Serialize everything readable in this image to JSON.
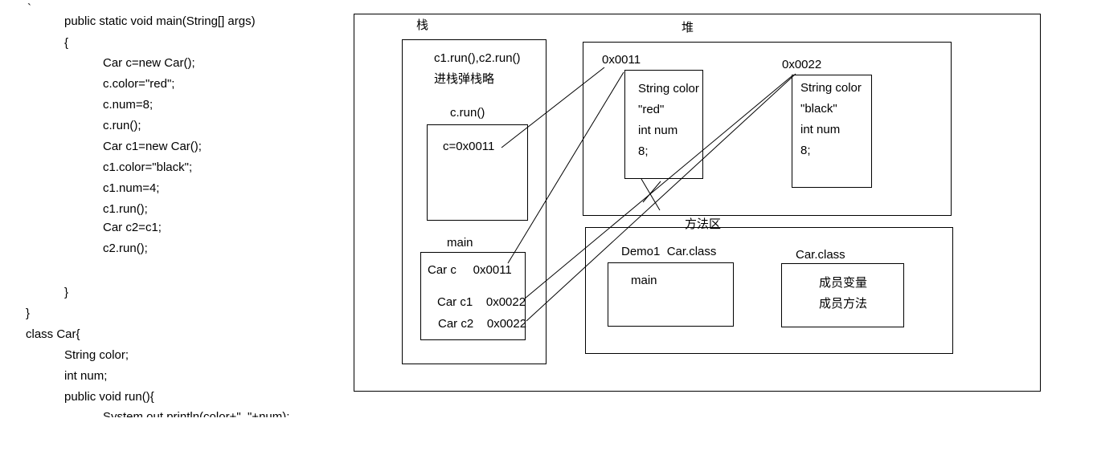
{
  "code": {
    "backtick": "`",
    "lines": [
      "public static void main(String[] args)",
      "{",
      "Car c=new Car();",
      "c.color=\"red\";",
      "c.num=8;",
      "c.run();",
      "Car c1=new Car();",
      "c1.color=\"black\";",
      "c1.num=4;",
      "c1.run();",
      "Car c2=c1;",
      "c2.run();",
      "}",
      "}",
      "class Car{",
      "String color;",
      "int num;",
      "public void run(){",
      "System.out.println(color+\"..\"+num);"
    ]
  },
  "diagram": {
    "stack": {
      "label": "栈",
      "note_line1": "c1.run(),c2.run()",
      "note_line2": "进栈弹栈略",
      "crun_label": "c.run()",
      "crun_var": "c=0x0011",
      "main_label": "main",
      "main_vars": [
        "Car c     0x0011",
        "Car c1    0x0022",
        "Car c2    0x0022"
      ]
    },
    "heap": {
      "label": "堆",
      "obj1": {
        "address": "0x0011",
        "lines": [
          "String color",
          "\"red\"",
          "int num",
          "8;"
        ]
      },
      "obj2": {
        "address": "0x0022",
        "lines": [
          "String color",
          "\"black\"",
          "int num",
          "8;"
        ]
      }
    },
    "method_area": {
      "label": "方法区",
      "demo_label": "Demo1  Car.class",
      "demo_main": "main",
      "car_label": "Car.class",
      "car_lines": [
        "成员变量",
        "成员方法"
      ]
    }
  }
}
